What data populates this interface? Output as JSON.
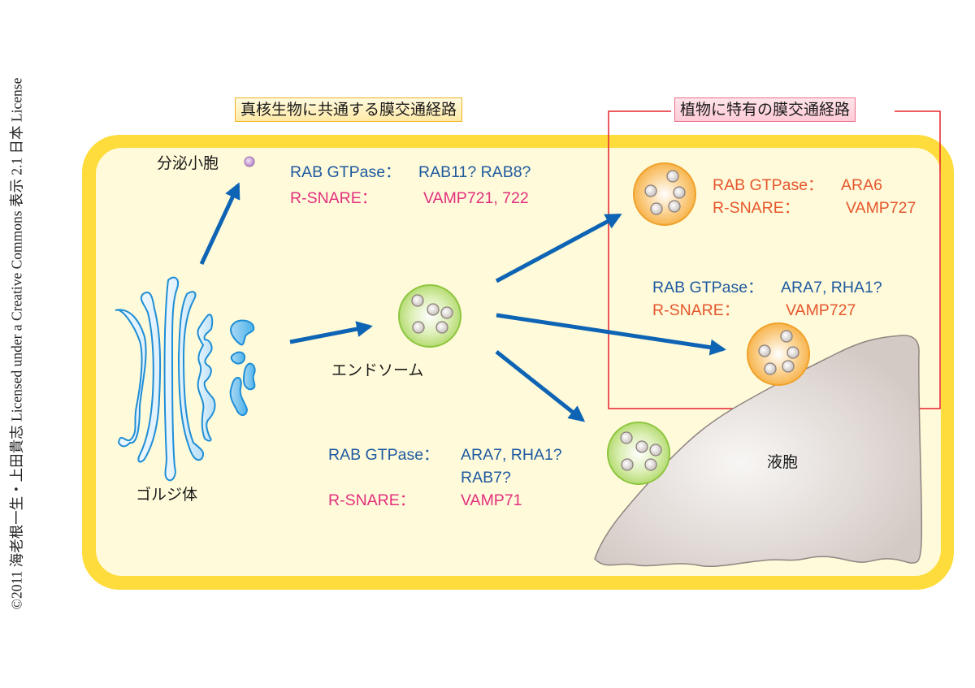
{
  "credit": "©2011 海老根一生・上田貴志 Licensed under a Creative Commons 表示 2.1 日本 License",
  "headers": {
    "common_pathway": "真核生物に共通する膜交通経路",
    "plant_specific_pathway": "植物に特有の膜交通経路"
  },
  "organelles": {
    "secretory_vesicle": "分泌小胞",
    "golgi": "ゴルジ体",
    "endosome": "エンドソーム",
    "vacuole": "液胞"
  },
  "annotations": {
    "secretory": {
      "rab_key": "RAB GTPase：",
      "rab_value": "RAB11? RAB8?",
      "snare_key": "R-SNARE：",
      "snare_value": "VAMP721, 722"
    },
    "ara6": {
      "rab_key": "RAB GTPase：",
      "rab_value": "ARA6",
      "snare_key": "R-SNARE：",
      "snare_value": "VAMP727"
    },
    "ara7_plant": {
      "rab_key": "RAB GTPase：",
      "rab_value": "ARA7, RHA1?",
      "snare_key": "R-SNARE：",
      "snare_value": "VAMP727"
    },
    "vacuolar": {
      "rab_key": "RAB GTPase：",
      "rab_value": "ARA7, RHA1?",
      "rab_value2": "RAB7?",
      "snare_key": "R-SNARE：",
      "snare_value": "VAMP71"
    }
  },
  "colors": {
    "cell_border": "#fddc3c",
    "cytoplasm": "#fffad9",
    "arrow": "#0e64b4",
    "plant_box": "#e5232f",
    "rab_blue": "#1f5aa0",
    "snare_pink": "#e2307e",
    "plant_orange": "#e4572e",
    "endosome_green": "#8dc63f",
    "orange_vesicle": "#f5a623",
    "vacuole_gray": "#d3cac5",
    "golgi_blue": "#2d9de0",
    "secretory_purple": "#b585c7"
  }
}
